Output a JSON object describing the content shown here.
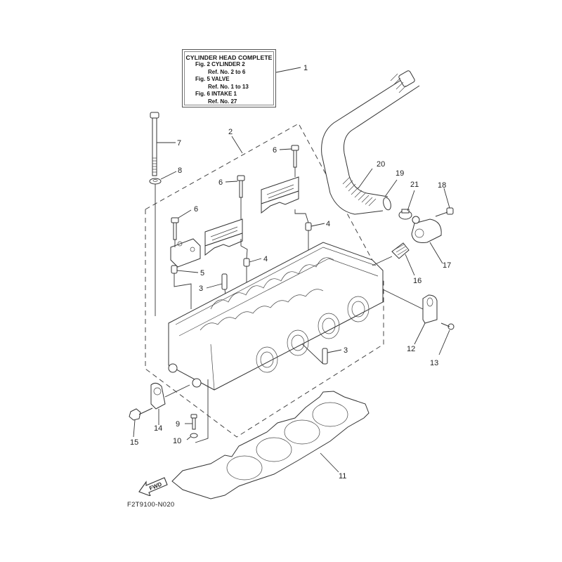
{
  "info_box": {
    "title": "CYLINDER HEAD COMPLETE",
    "lines": [
      {
        "kind": "fig",
        "text": "Fig.  2 CYLINDER 2"
      },
      {
        "kind": "ref",
        "text": "Ref. No. 2 to 6"
      },
      {
        "kind": "fig",
        "text": "Fig.  5 VALVE"
      },
      {
        "kind": "ref",
        "text": "Ref. No. 1 to 13"
      },
      {
        "kind": "fig",
        "text": "Fig.  6 INTAKE 1"
      },
      {
        "kind": "ref",
        "text": "Ref. No. 27"
      }
    ],
    "ref_number": "1"
  },
  "figure_code": "F2T9100-N020",
  "fwd_arrow": {
    "label": "FWD",
    "icon": "forward-arrow-icon"
  },
  "parts": [
    {
      "ref": "2",
      "name": "cylinder-head-assembly"
    },
    {
      "ref": "3",
      "name": "valve-guide"
    },
    {
      "ref": "4",
      "name": "dowel-pin"
    },
    {
      "ref": "5",
      "name": "dowel-pin"
    },
    {
      "ref": "6",
      "name": "cap-bolt"
    },
    {
      "ref": "7",
      "name": "head-bolt"
    },
    {
      "ref": "8",
      "name": "washer"
    },
    {
      "ref": "9",
      "name": "bolt"
    },
    {
      "ref": "10",
      "name": "washer"
    },
    {
      "ref": "11",
      "name": "head-gasket"
    },
    {
      "ref": "12",
      "name": "cover-plate"
    },
    {
      "ref": "13",
      "name": "bolt"
    },
    {
      "ref": "14",
      "name": "bracket"
    },
    {
      "ref": "15",
      "name": "bolt"
    },
    {
      "ref": "16",
      "name": "thermostat"
    },
    {
      "ref": "17",
      "name": "thermostat-cover"
    },
    {
      "ref": "18",
      "name": "bolt"
    },
    {
      "ref": "19",
      "name": "hose"
    },
    {
      "ref": "20",
      "name": "hose-protector"
    },
    {
      "ref": "21",
      "name": "clamp"
    }
  ],
  "labels": {
    "r1": "1",
    "r2": "2",
    "r3a": "3",
    "r3b": "3",
    "r4a": "4",
    "r4b": "4",
    "r5": "5",
    "r6a": "6",
    "r6b": "6",
    "r6c": "6",
    "r7": "7",
    "r8": "8",
    "r9": "9",
    "r10": "10",
    "r11": "11",
    "r12": "12",
    "r13": "13",
    "r14": "14",
    "r15": "15",
    "r16": "16",
    "r17": "17",
    "r18": "18",
    "r19": "19",
    "r20": "20",
    "r21": "21"
  }
}
